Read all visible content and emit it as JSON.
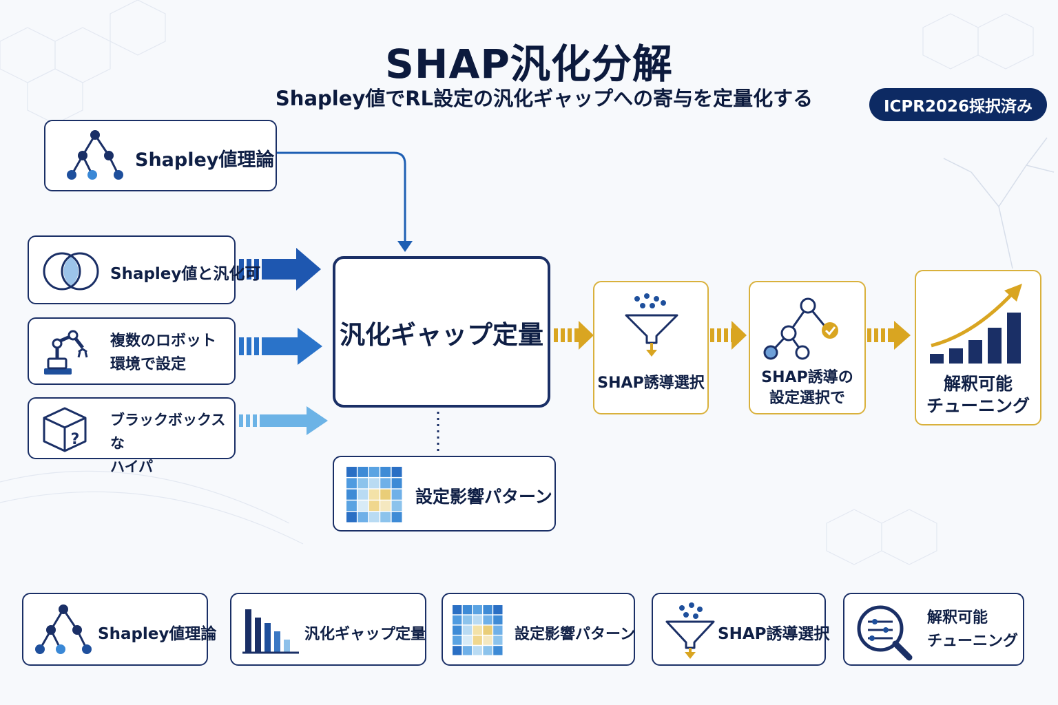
{
  "title": "SHAP汎化分解",
  "subtitle": "Shapley値でRL設定の汎化ギャップへの寄与を定量化する",
  "badge": "ICPR2026採択済み",
  "theory_box": {
    "label": "Shapley値理論",
    "icon": "tree-network-icon"
  },
  "inputs": [
    {
      "label": "Shapley値と汎化可",
      "icon": "venn-diagram-icon"
    },
    {
      "label_line1": "複数のロボット",
      "label_line2": "環境で設定",
      "icon": "robot-arm-icon"
    },
    {
      "label_line1": "ブラックボックスな",
      "label_line2": "ハイパ",
      "icon": "question-cube-icon"
    }
  ],
  "center_box": {
    "label": "汎化ギャップ定量"
  },
  "pattern_box": {
    "label": "設定影響パターン",
    "icon": "heatmap-grid-icon"
  },
  "pipeline": [
    {
      "label": "SHAP誘導選択",
      "icon": "funnel-icon"
    },
    {
      "label_line1": "SHAP誘導の",
      "label_line2": "設定選択で",
      "icon": "tree-check-icon"
    },
    {
      "label_line1": "解釈可能",
      "label_line2": "チューニング",
      "icon": "growth-chart-icon"
    }
  ],
  "legend": [
    {
      "label": "Shapley値理論",
      "icon": "tree-network-icon"
    },
    {
      "label": "汎化ギャップ定量",
      "icon": "bar-chart-icon"
    },
    {
      "label": "設定影響パターン",
      "icon": "heatmap-grid-icon"
    },
    {
      "label": "SHAP誘導選択",
      "icon": "funnel-icon"
    },
    {
      "label_line1": "解釈可能",
      "label_line2": "チューニング",
      "icon": "magnifier-sliders-icon"
    }
  ],
  "colors": {
    "navy": "#1a2f66",
    "gold": "#d9a521",
    "blue": "#1e5fb3",
    "light_blue": "#5aa8e0"
  }
}
